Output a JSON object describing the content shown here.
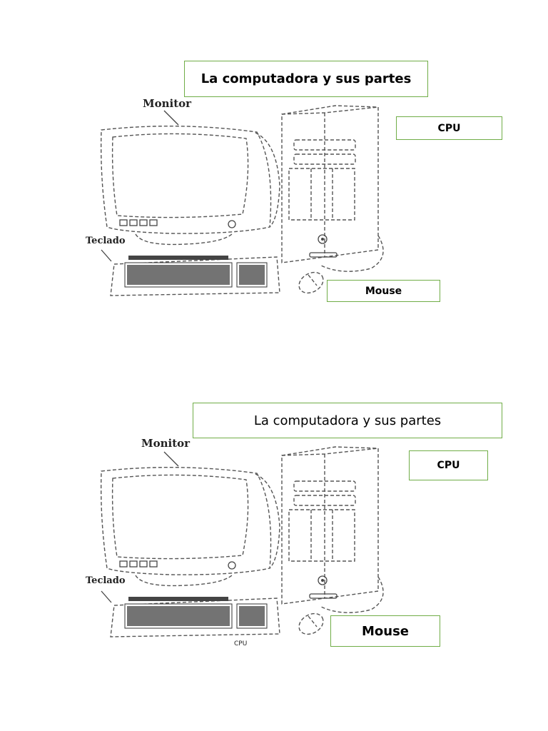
{
  "diagram1": {
    "title": "La computadora y sus partes",
    "cpu": "CPU",
    "mouse": "Mouse",
    "monitor": "Monitor",
    "keyboard": "Teclado"
  },
  "diagram2": {
    "title": "La computadora y sus partes",
    "cpu": "CPU",
    "mouse": "Mouse",
    "monitor": "Monitor",
    "keyboard": "Teclado",
    "stray_text": "CPU"
  },
  "colors": {
    "box_border": "#70ad47",
    "line": "#555555"
  }
}
